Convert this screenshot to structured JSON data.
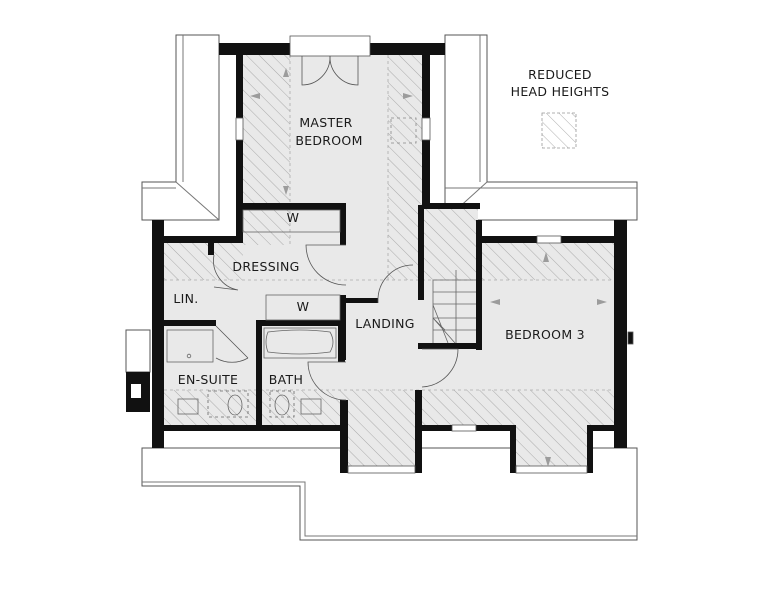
{
  "plan": {
    "rooms": {
      "master_bedroom_line1": "MASTER",
      "master_bedroom_line2": "BEDROOM",
      "wardrobe_1": "W",
      "dressing": "DRESSING",
      "linen": "LIN.",
      "wardrobe_2": "W",
      "landing": "LANDING",
      "bedroom_3": "BEDROOM 3",
      "en_suite": "EN-SUITE",
      "bath": "BATH"
    },
    "legend": {
      "line1": "REDUCED",
      "line2": "HEAD HEIGHTS",
      "swatch": "hatched-dashed-square"
    },
    "colors": {
      "wall": "#111111",
      "floor": "#e9e9e9",
      "hatch": "#9a9a9a",
      "arrow": "#9c9c9c"
    }
  }
}
